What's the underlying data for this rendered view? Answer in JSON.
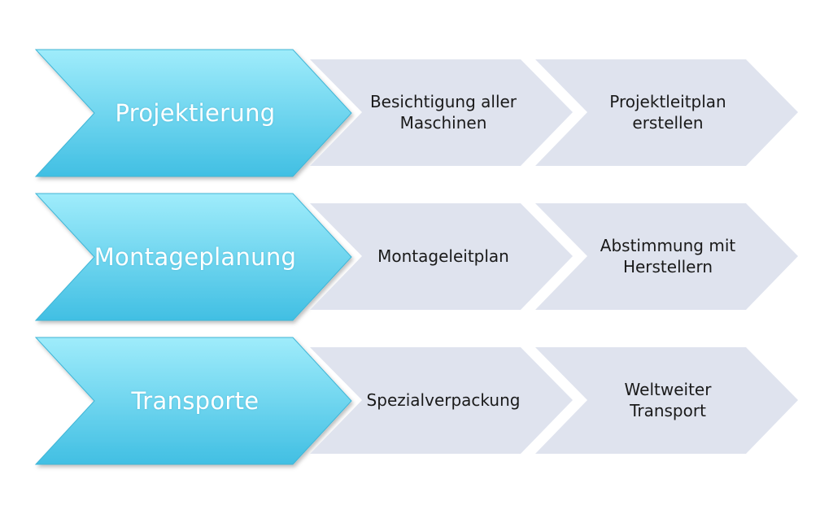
{
  "colors": {
    "main_top": "#9fecfb",
    "main_bottom": "#41bfe3",
    "main_stroke": "#3fb5d6",
    "sub_fill": "#dfe3ee",
    "sub_text": "#1a1a1a"
  },
  "rows": [
    {
      "title": "Projektierung",
      "steps": [
        "Besichtigung aller\nMaschinen",
        "Projektleitplan\nerstellen"
      ]
    },
    {
      "title": "Montageplanung",
      "steps": [
        "Montageleitplan",
        "Abstimmung mit\nHerstellern"
      ]
    },
    {
      "title": "Transporte",
      "steps": [
        "Spezialverpackung",
        "Weltweiter\nTransport"
      ]
    }
  ]
}
